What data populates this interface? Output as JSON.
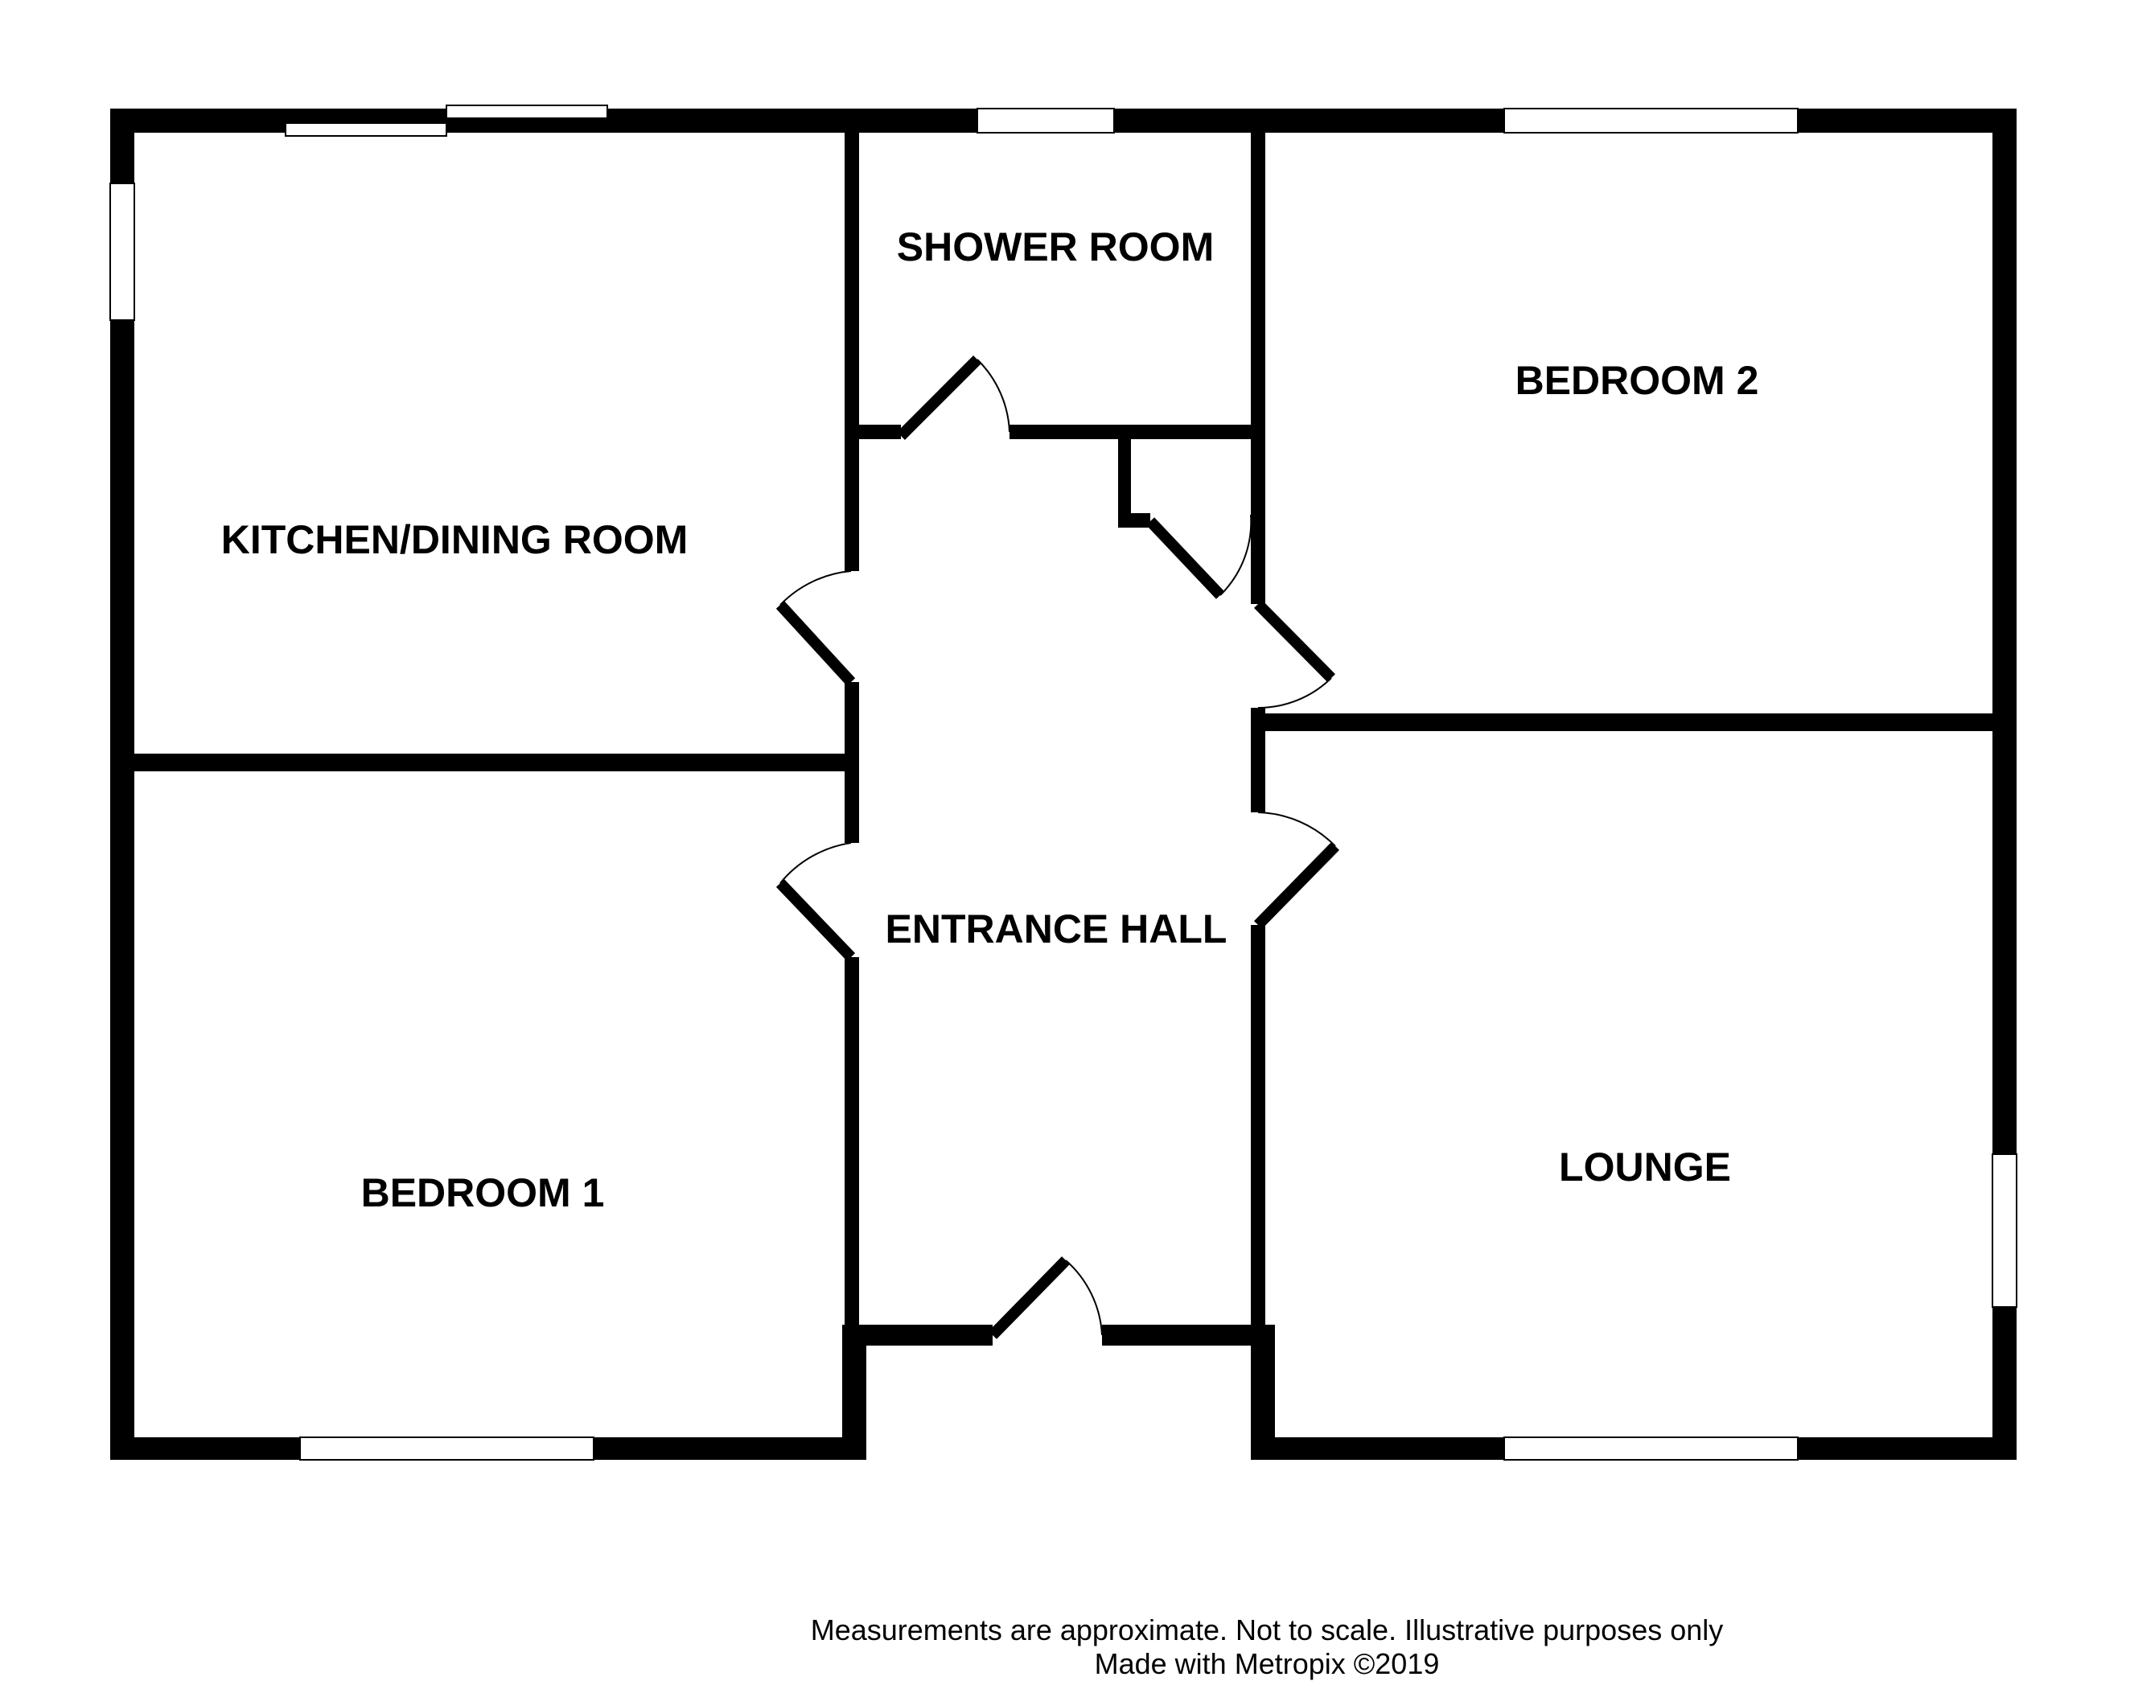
{
  "rooms": {
    "kitchen": "KITCHEN/DINING ROOM",
    "shower": "SHOWER ROOM",
    "bedroom2": "BEDROOM 2",
    "entrance": "ENTRANCE HALL",
    "bedroom1": "BEDROOM 1",
    "lounge": "LOUNGE"
  },
  "footer": {
    "disclaimer": "Measurements are approximate.  Not to scale.  Illustrative purposes only",
    "credit": "Made with Metropix ©2019"
  }
}
